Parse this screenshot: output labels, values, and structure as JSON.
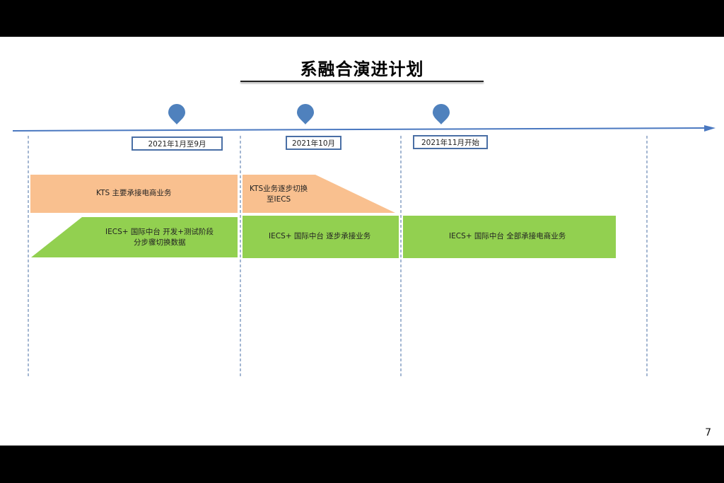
{
  "slide": {
    "title": "系融合演进计划",
    "page_number": "7"
  },
  "timeline": {
    "markers": [
      {
        "name": "marker-1",
        "icon": "map-pin-icon"
      },
      {
        "name": "marker-2",
        "icon": "map-pin-icon"
      },
      {
        "name": "marker-3",
        "icon": "map-pin-icon"
      }
    ],
    "dates": [
      "2021年1月至9月",
      "2021年10月",
      "2021年11月开始"
    ]
  },
  "bars": {
    "kts_main": "KTS 主要承接电商业务",
    "kts_switch_line1": "KTS业务逐步切换",
    "kts_switch_line2": "至IECS",
    "iecs_dev_line1": "IECS+ 国际中台  开发+测试阶段",
    "iecs_dev_line2": "分步骤切换数据",
    "iecs_gradual": "IECS+ 国际中台  逐步承接业务",
    "iecs_full": "IECS+ 国际中台    全部承接电商业务"
  },
  "colors": {
    "kts": "#F9C08F",
    "iecs": "#92D050",
    "axis": "#4A78C0",
    "marker": "#4F81BD",
    "divider": "#4A6FA5",
    "background": "#FFFFFF",
    "frame": "#000000"
  }
}
